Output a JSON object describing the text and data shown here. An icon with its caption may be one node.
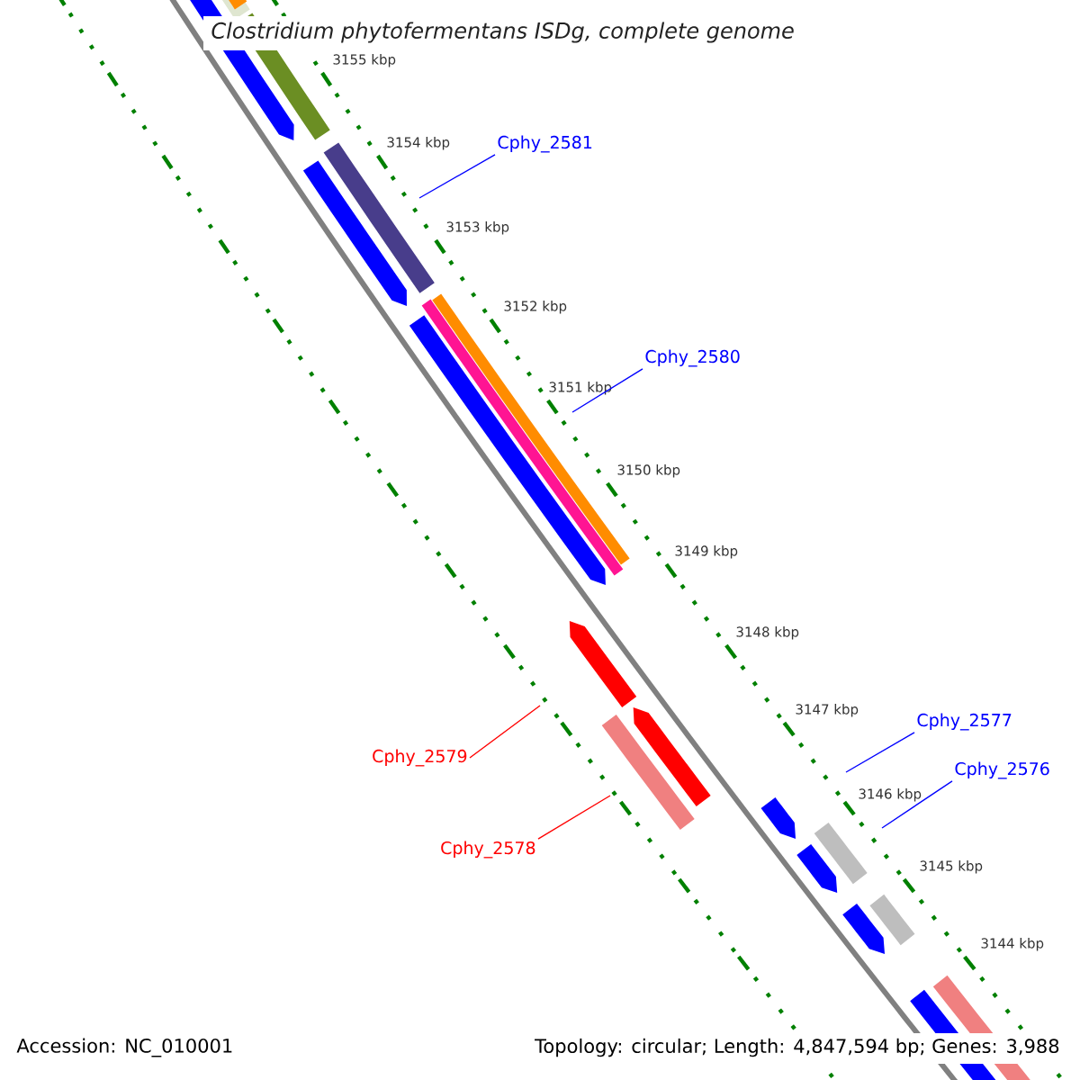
{
  "diagram": {
    "title": "Clostridium phytofermentans ISDg, complete genome",
    "nodes": [
      {
        "text": [
          "Cphy_2581"
        ]
      },
      {
        "text": [
          "Cphy_2580"
        ]
      },
      {
        "text": [
          "Cphy_2577"
        ]
      },
      {
        "text": [
          "Cphy_2579"
        ]
      },
      {
        "text": [
          "Cphy_2576"
        ]
      },
      {
        "text": [
          "Cphy_2578"
        ]
      }
    ],
    "edges": [
      {
        "from": 0,
        "to": null,
        "arrow": "none"
      },
      {
        "from": 1,
        "to": null,
        "arrow": "none"
      },
      {
        "from": 2,
        "to": null,
        "arrow": "none"
      },
      {
        "from": 3,
        "to": null,
        "arrow": "none",
        "color": "#ff0000"
      },
      {
        "from": 4,
        "to": null,
        "arrow": "none"
      },
      {
        "from": 5,
        "to": null,
        "arrow": "none",
        "color": "#ff0000"
      }
    ],
    "labels": [
      "3155 kbp",
      "3154 kbp",
      "3153 kbp",
      "3152 kbp",
      "3151 kbp",
      "3150 kbp",
      "3149 kbp",
      "3148 kbp",
      "3147 kbp",
      "3146 kbp",
      "3145 kbp",
      "3144 kbp",
      "Accession: NC_010001",
      "Topology: circular; Length: 4,847,594 bp; Genes: 3,988"
    ]
  }
}
